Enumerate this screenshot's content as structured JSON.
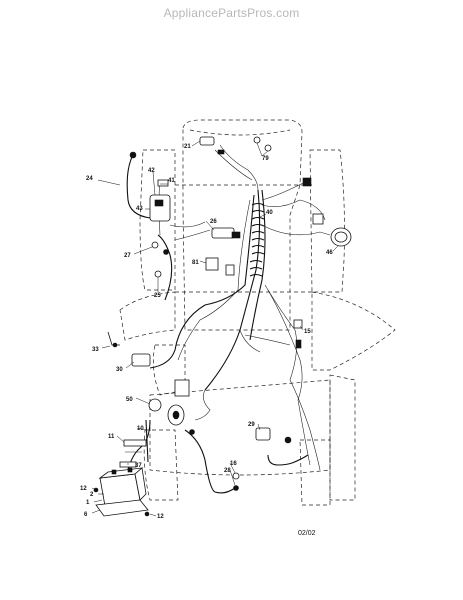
{
  "watermark": "AppliancePartsPros.com",
  "page_ref": "02/02",
  "callouts": [
    {
      "id": "c79",
      "label": "79"
    },
    {
      "id": "c21",
      "label": "21"
    },
    {
      "id": "c24",
      "label": "24"
    },
    {
      "id": "c42",
      "label": "42"
    },
    {
      "id": "c41",
      "label": "41"
    },
    {
      "id": "c43",
      "label": "43"
    },
    {
      "id": "c40",
      "label": "40"
    },
    {
      "id": "c26",
      "label": "26"
    },
    {
      "id": "c46",
      "label": "46"
    },
    {
      "id": "c27",
      "label": "27"
    },
    {
      "id": "c81",
      "label": "81"
    },
    {
      "id": "c25",
      "label": "25"
    },
    {
      "id": "c15",
      "label": "15"
    },
    {
      "id": "c33",
      "label": "33"
    },
    {
      "id": "c30",
      "label": "30"
    },
    {
      "id": "c50",
      "label": "50"
    },
    {
      "id": "c11",
      "label": "11"
    },
    {
      "id": "c10",
      "label": "10"
    },
    {
      "id": "c29",
      "label": "29"
    },
    {
      "id": "c37",
      "label": "37"
    },
    {
      "id": "c16",
      "label": "16"
    },
    {
      "id": "c28",
      "label": "28"
    },
    {
      "id": "c12a",
      "label": "12"
    },
    {
      "id": "c2",
      "label": "2"
    },
    {
      "id": "c1",
      "label": "1"
    },
    {
      "id": "c6",
      "label": "6"
    },
    {
      "id": "c12b",
      "label": "12"
    }
  ]
}
